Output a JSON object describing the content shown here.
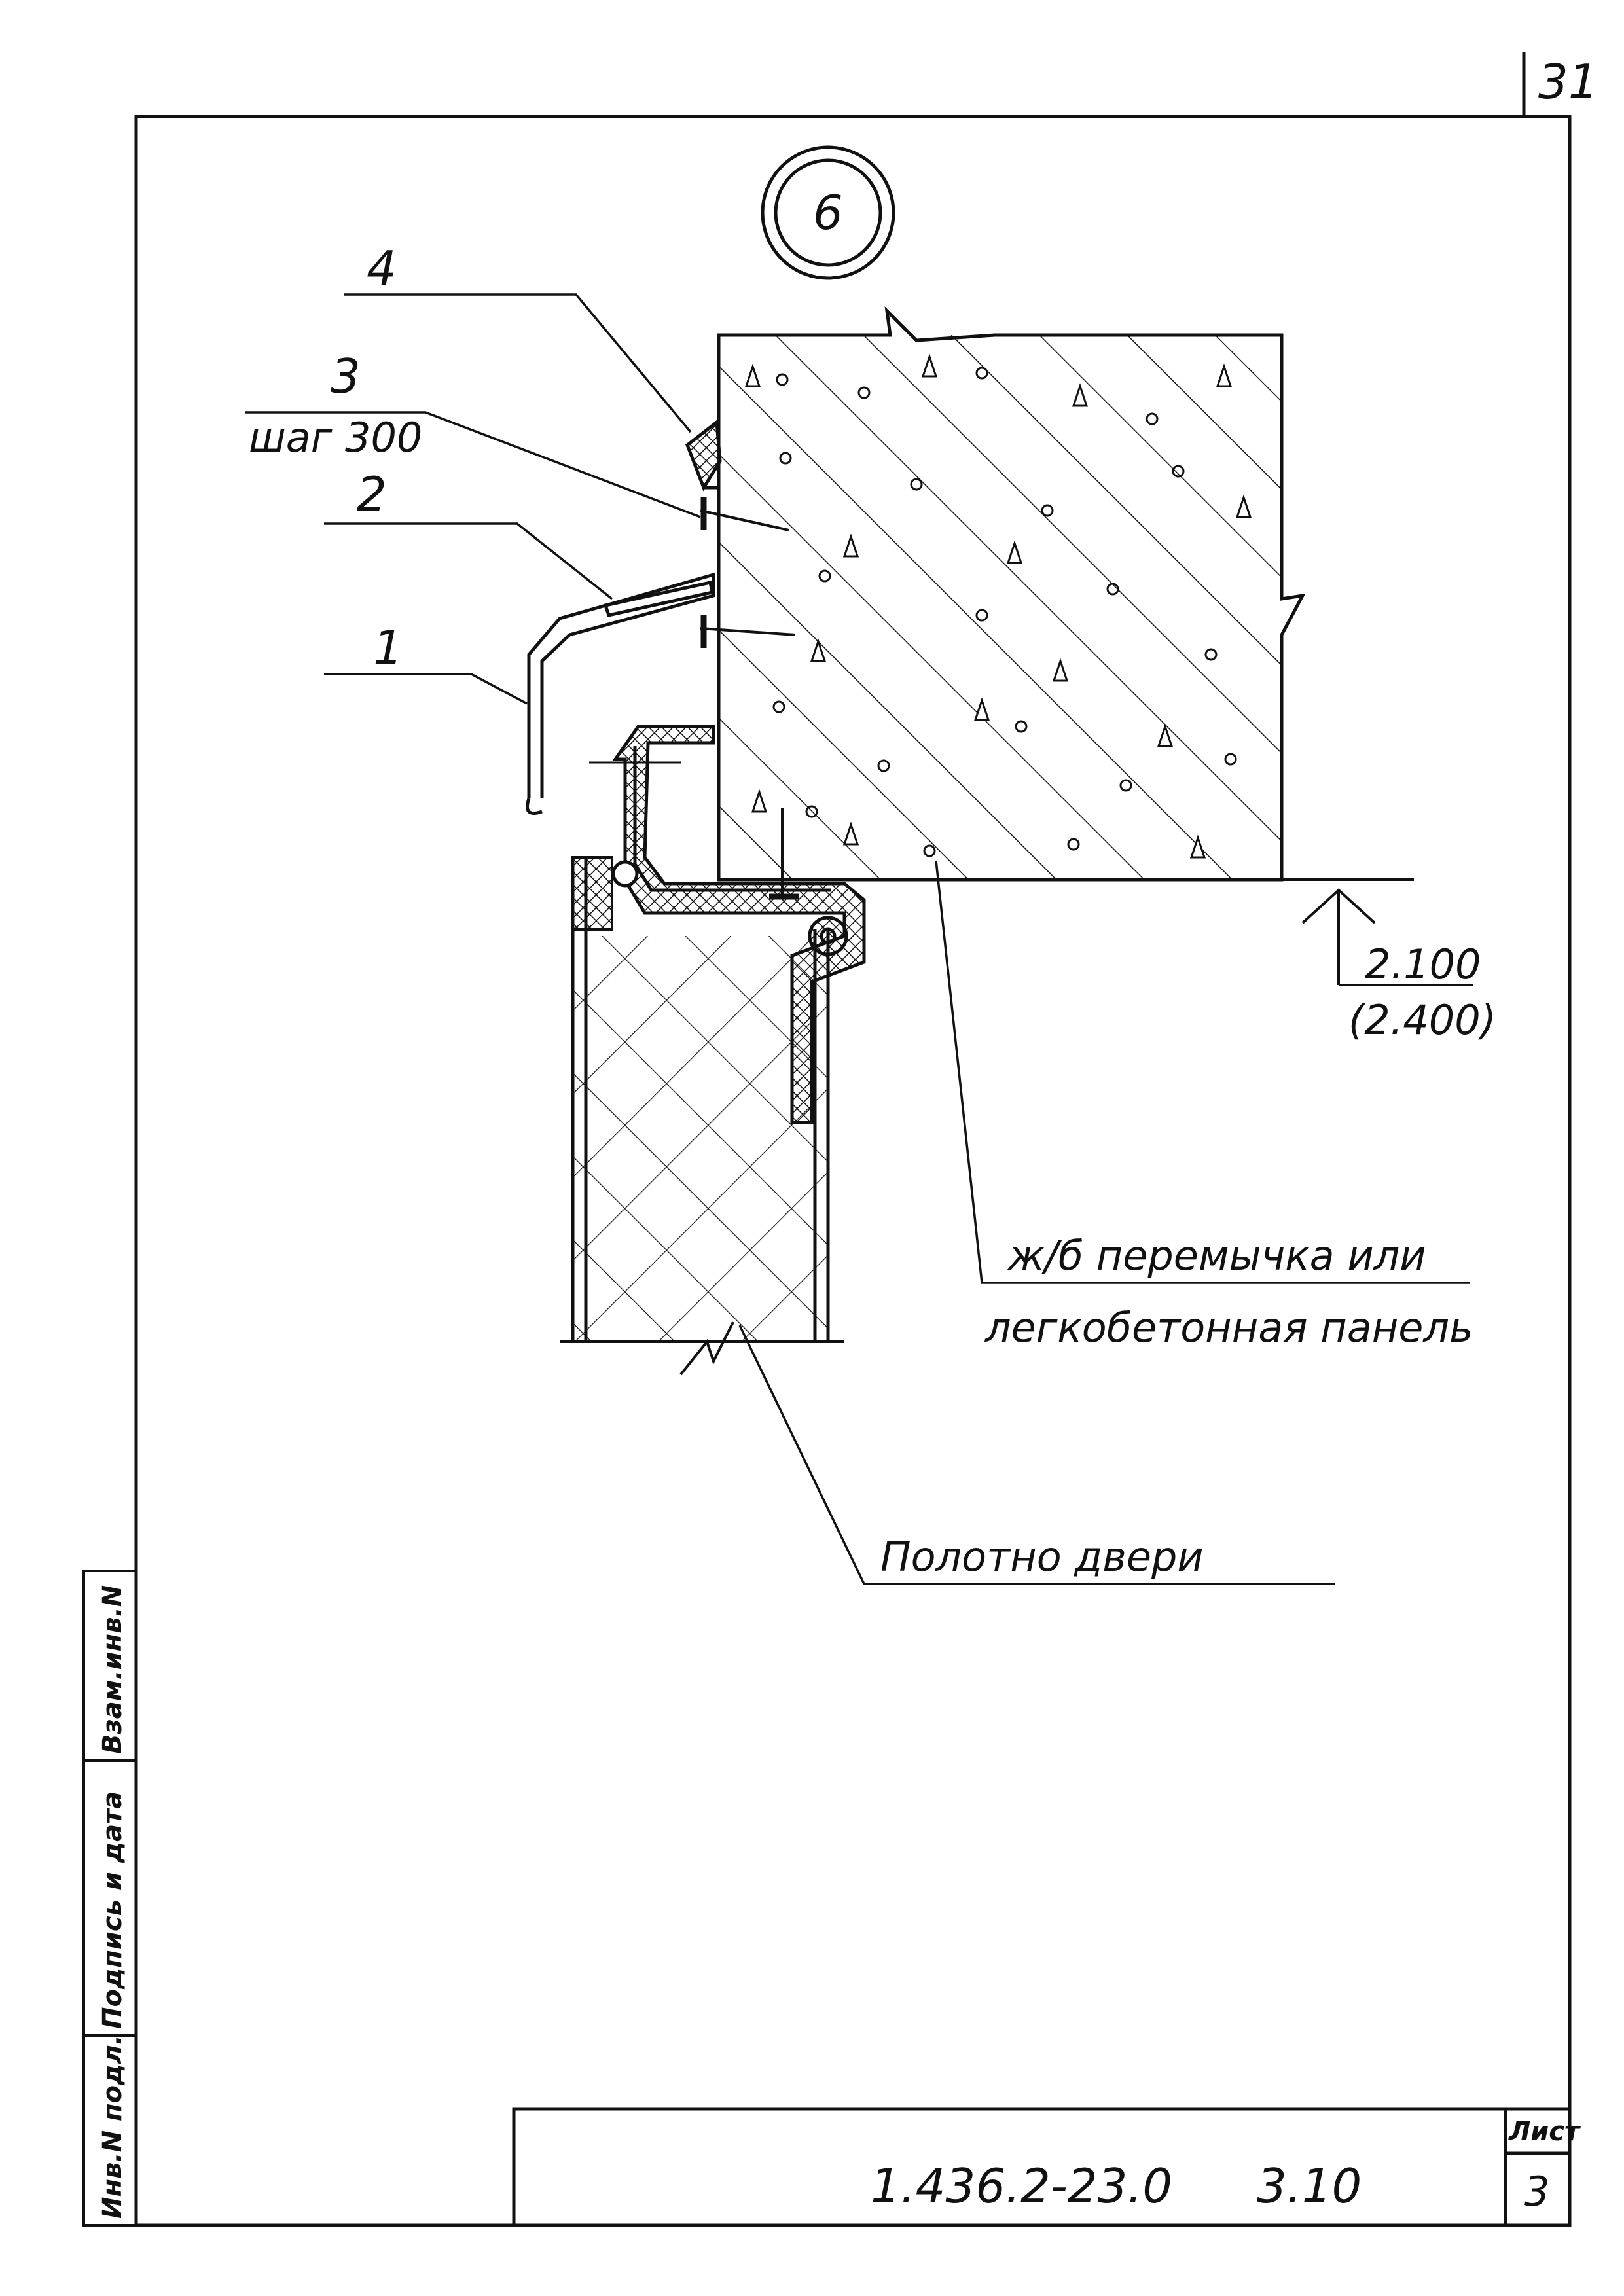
{
  "sheet_number": "31",
  "detail_marker": "6",
  "callouts": {
    "item_4": "4",
    "item_3": "3",
    "item_3_note": "шаг 300",
    "item_2": "2",
    "item_1": "1"
  },
  "level_mark": {
    "value": "2.100",
    "alt_value": "(2.400)"
  },
  "notes": {
    "lintel_line1": "ж/б перемычка или",
    "lintel_line2": "легкобетонная панель",
    "door_leaf": "Полотно двери"
  },
  "side_stamp": {
    "inv_no": "Инв.N подл.",
    "signature_date": "Подпись и дата",
    "replaced_inv": "Взам.инв.N"
  },
  "title_block": {
    "code": "1.436.2-23.0",
    "section": "3.10",
    "sheet_label": "Лист",
    "sheet_value": "3"
  }
}
